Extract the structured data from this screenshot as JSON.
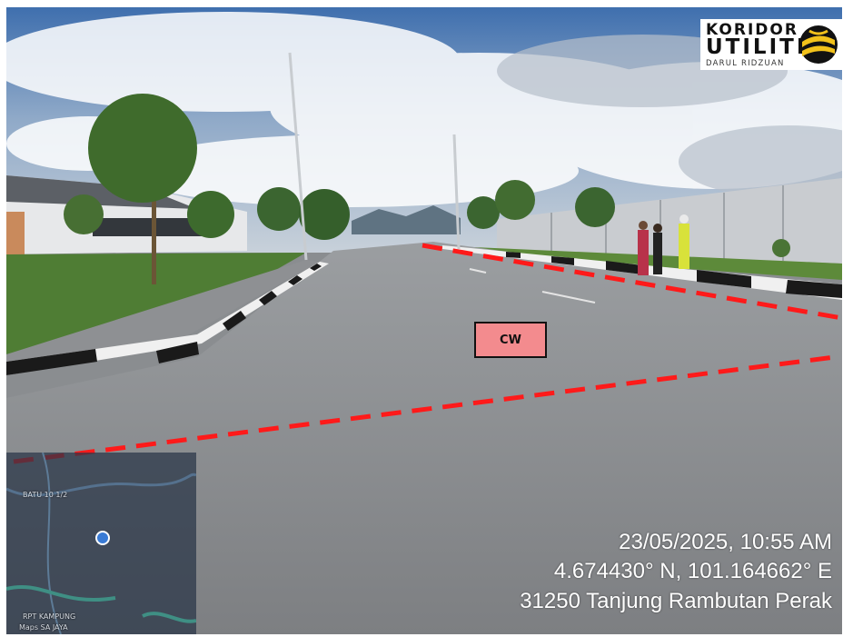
{
  "logo": {
    "line1": "KORIDOR",
    "line2": "UTILITI",
    "line3": "DARUL RIDZUAN",
    "emblem": "globe-emblem-icon",
    "emblem_colors": [
      "#111111",
      "#f2c21b"
    ]
  },
  "annotation": {
    "label": "CW",
    "box_fill": "#f38b8e",
    "line_color": "#ff1a1a"
  },
  "stamp": {
    "datetime": "23/05/2025, 10:55 AM",
    "coordinates": "4.674430° N, 101.164662° E",
    "address": "31250 Tanjung Rambutan Perak"
  },
  "minimap": {
    "label_top": "BATU 10 1/2",
    "label_bottom_1": "RPT KAMPUNG",
    "label_bottom_2": "Maps  SA JAYA",
    "pin": "location-pin-icon"
  }
}
